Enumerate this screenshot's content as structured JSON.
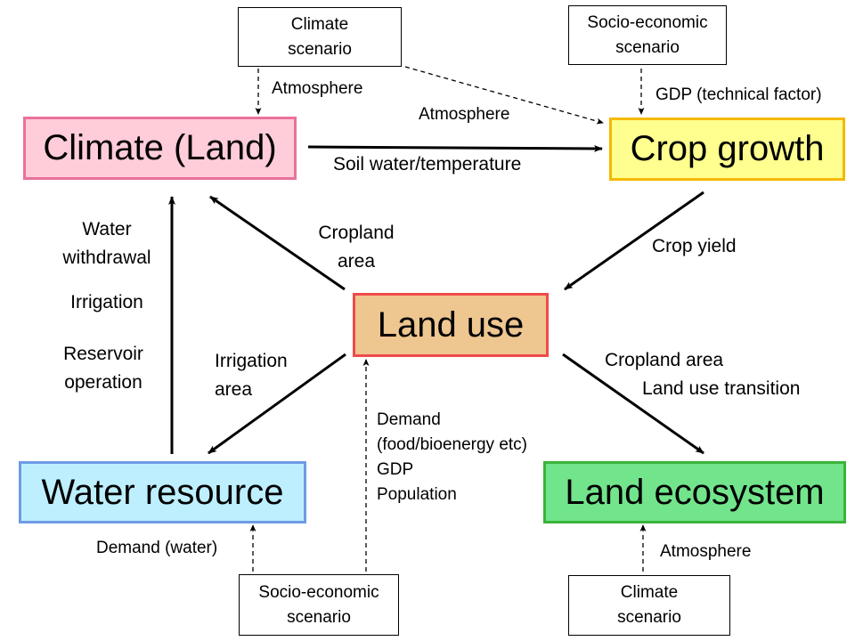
{
  "nodes": {
    "climate_land": {
      "label": "Climate (Land)",
      "fill": "#FFCCDA",
      "border": "#E9729A"
    },
    "crop_growth": {
      "label": "Crop growth",
      "fill": "#FFFF8F",
      "border": "#F5B800"
    },
    "land_use": {
      "label": "Land use",
      "fill": "#EEC690",
      "border": "#EE4B4B"
    },
    "water_resource": {
      "label": "Water resource",
      "fill": "#BDEFFF",
      "border": "#6E9BE6"
    },
    "land_ecosystem": {
      "label": "Land ecosystem",
      "fill": "#72E48C",
      "border": "#3BB33B"
    }
  },
  "scenarios": {
    "climate_top": [
      "Climate",
      "scenario"
    ],
    "socio_top": [
      "Socio-economic",
      "scenario"
    ],
    "socio_bottom": [
      "Socio-economic",
      "scenario"
    ],
    "climate_bottom": [
      "Climate",
      "scenario"
    ]
  },
  "labels": {
    "atmosphere_left": "Atmosphere",
    "atmosphere_diag": "Atmosphere",
    "gdp_technical": "GDP (technical factor)",
    "soil_water": "Soil water/temperature",
    "crop_yield": "Crop yield",
    "cropland_area_left": [
      "Cropland",
      "area"
    ],
    "water_withdrawal": [
      "Water",
      "withdrawal"
    ],
    "irrigation": "Irrigation",
    "reservoir": [
      "Reservoir",
      "operation"
    ],
    "irrigation_area": [
      "Irrigation",
      "area"
    ],
    "cropland_area_right": "Cropland area",
    "land_use_transition": "Land use transition",
    "demand": [
      "Demand",
      "(food/bioenergy etc)",
      "GDP",
      "Population"
    ],
    "demand_water": "Demand (water)",
    "atmosphere_bottom": "Atmosphere"
  }
}
